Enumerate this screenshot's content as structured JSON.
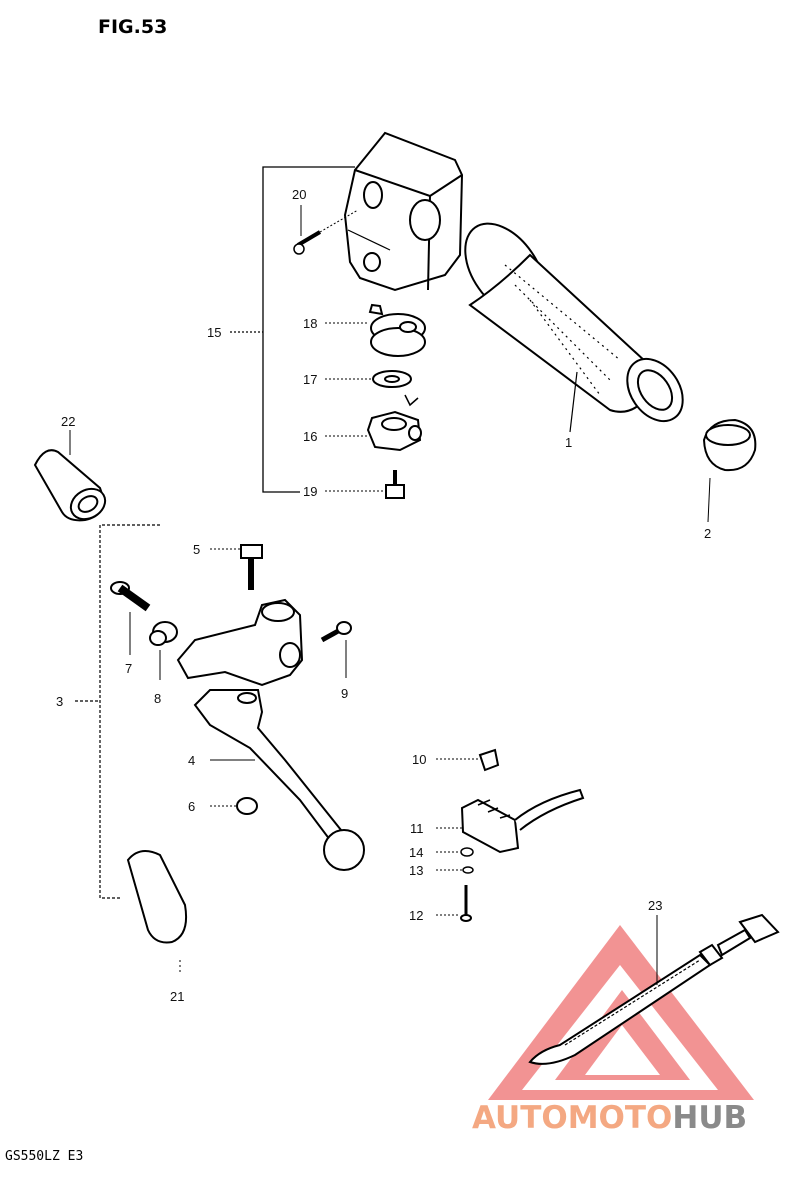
{
  "figure": {
    "title": "FIG.53",
    "model": "GS550LZ E3"
  },
  "callouts": [
    {
      "id": "c20",
      "text": "20"
    },
    {
      "id": "c15",
      "text": "15"
    },
    {
      "id": "c18",
      "text": "18"
    },
    {
      "id": "c17",
      "text": "17"
    },
    {
      "id": "c16",
      "text": "16"
    },
    {
      "id": "c19",
      "text": "19"
    },
    {
      "id": "c1",
      "text": "1"
    },
    {
      "id": "c2",
      "text": "2"
    },
    {
      "id": "c22",
      "text": "22"
    },
    {
      "id": "c5",
      "text": "5"
    },
    {
      "id": "c7",
      "text": "7"
    },
    {
      "id": "c8",
      "text": "8"
    },
    {
      "id": "c9",
      "text": "9"
    },
    {
      "id": "c3",
      "text": "3"
    },
    {
      "id": "c4",
      "text": "4"
    },
    {
      "id": "c6",
      "text": "6"
    },
    {
      "id": "c10",
      "text": "10"
    },
    {
      "id": "c11",
      "text": "11"
    },
    {
      "id": "c14",
      "text": "14"
    },
    {
      "id": "c13",
      "text": "13"
    },
    {
      "id": "c12",
      "text": "12"
    },
    {
      "id": "c23",
      "text": "23"
    },
    {
      "id": "c21",
      "text": "21"
    }
  ],
  "watermark": {
    "part1": "AUTOMOTO",
    "part2": "HUB",
    "color1": "#f4a882",
    "color2": "#8a8a8a",
    "logo_color": "#f08080"
  }
}
